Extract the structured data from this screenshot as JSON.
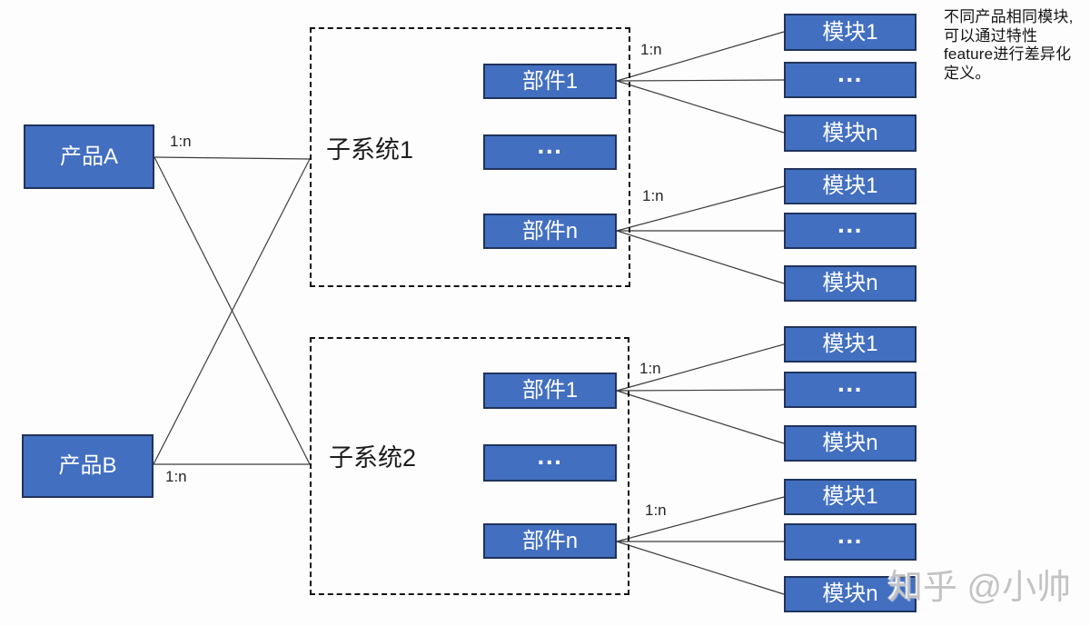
{
  "colors": {
    "box_fill": "#426fc0",
    "box_border": "#20335c",
    "box_text": "#ffffff",
    "connector_line": "#3d3d3d",
    "dashed_border": "#111111",
    "label_text": "#1c1c1c",
    "watermark_text": "#c3c3c3",
    "background": "#fdfdfd"
  },
  "products": [
    {
      "label": "产品A"
    },
    {
      "label": "产品B"
    }
  ],
  "subsystems": [
    {
      "label": "子系统1",
      "parts": [
        "部件1",
        "···",
        "部件n"
      ]
    },
    {
      "label": "子系统2",
      "parts": [
        "部件1",
        "···",
        "部件n"
      ]
    }
  ],
  "module_groups": [
    [
      "模块1",
      "···",
      "模块n"
    ],
    [
      "模块1",
      "···",
      "模块n"
    ],
    [
      "模块1",
      "···",
      "模块n"
    ],
    [
      "模块1",
      "···",
      "模块n"
    ]
  ],
  "relation_labels": {
    "product_a": "1:n",
    "product_b": "1:n",
    "sub1_part1": "1:n",
    "sub1_partn": "1:n",
    "sub2_part1": "1:n",
    "sub2_partn": "1:n"
  },
  "annotation": {
    "lines": [
      "不同产品相同模块,",
      "可以通过特性",
      "feature进行差异化",
      "定义。"
    ]
  },
  "watermark": {
    "text": "知乎 @小帅"
  }
}
